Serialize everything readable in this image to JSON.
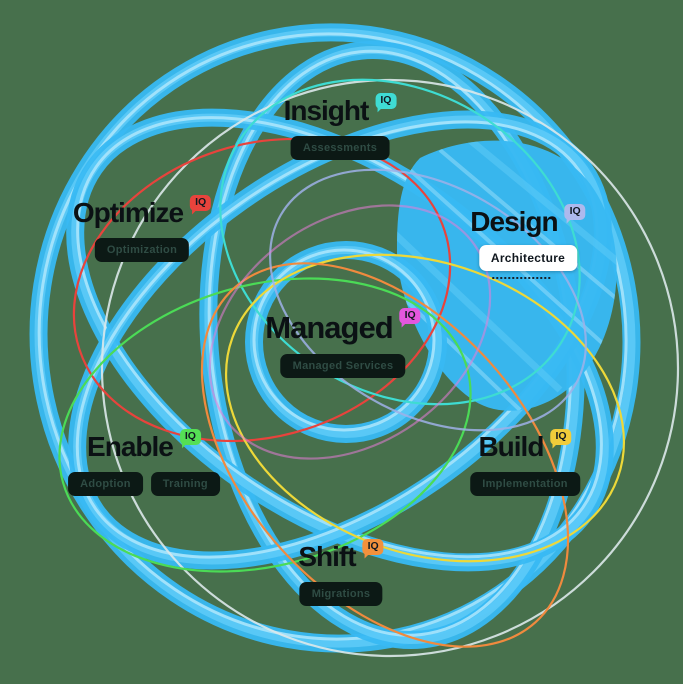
{
  "colors": {
    "bg": "#47704C",
    "brush": "#38B9F3",
    "brush-mid": "#5FCBF8",
    "brush-light": "#A9E4FC",
    "badge-dark": "#0C1915",
    "badge-text": "#2F4C44",
    "title": "#0B1114",
    "dots": "#16242E",
    "ring-white": "#DCE8EA",
    "ring-red": "#E8433C",
    "ring-teal": "#3EDCD2",
    "ring-green": "#4BDB56",
    "ring-yellow": "#EDD839",
    "ring-orange": "#F08A3E",
    "ring-peri": "#9FB0E8",
    "ring-pink": "#E87CD8"
  },
  "nodes": {
    "insight": {
      "title": "Insight",
      "iq": "IQ",
      "iq_color": "#3FDCD4",
      "tags": [
        "Assessments"
      ]
    },
    "optimize": {
      "title": "Optimize",
      "iq": "IQ",
      "iq_color": "#E8433C",
      "tags": [
        "Optimization"
      ]
    },
    "design": {
      "title": "Design",
      "iq": "IQ",
      "iq_color": "#ADB9ED",
      "tags": [
        "Architecture"
      ]
    },
    "managed": {
      "title": "Managed",
      "iq": "IQ",
      "iq_color": "#E457DF",
      "tags": [
        "Managed Services"
      ]
    },
    "enable": {
      "title": "Enable",
      "iq": "IQ",
      "iq_color": "#55DF55",
      "tags": [
        "Adoption",
        "Training"
      ]
    },
    "build": {
      "title": "Build",
      "iq": "IQ",
      "iq_color": "#F1CC3A",
      "tags": [
        "Implementation"
      ]
    },
    "shift": {
      "title": "Shift",
      "iq": "IQ",
      "iq_color": "#F2913D",
      "tags": [
        "Migrations"
      ]
    }
  }
}
